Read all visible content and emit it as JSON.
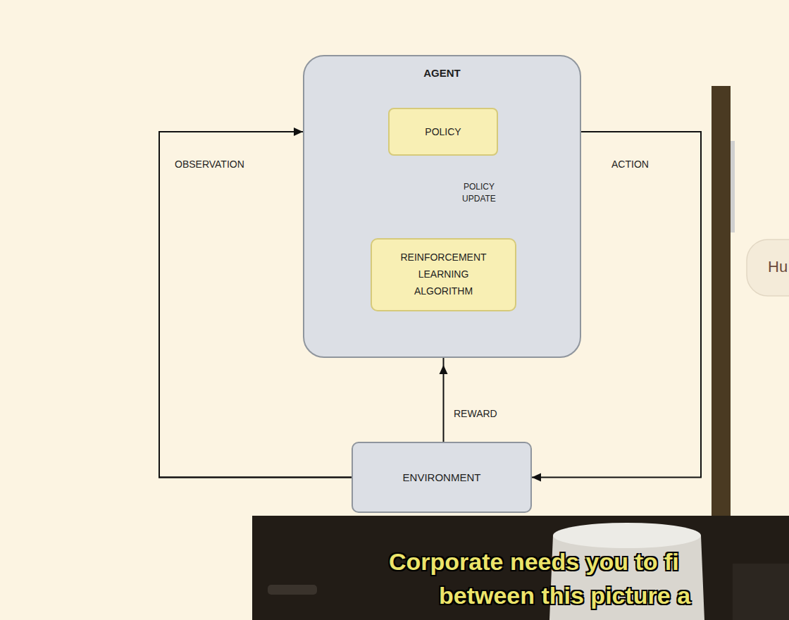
{
  "diagram": {
    "nodes": [
      {
        "text": [
          "AGENT"
        ]
      },
      {
        "text": [
          "POLICY"
        ],
        "in": 0
      },
      {
        "text": [
          "REINFORCEMENT LEARNING ALGORITHM"
        ],
        "in": 0
      },
      {
        "text": [
          "ENVIRONMENT"
        ]
      }
    ],
    "edges": [
      {
        "from": 3,
        "to": 1,
        "arrow": "to",
        "label": "OBSERVATION"
      },
      {
        "from": 3,
        "to": 2,
        "arrow": "to"
      },
      {
        "from": 1,
        "to": 3,
        "arrow": "to",
        "label": "ACTION"
      },
      {
        "from": 1,
        "to": 2,
        "arrow": "to"
      },
      {
        "from": 2,
        "to": 1,
        "arrow": "to",
        "label": "POLICY UPDATE"
      },
      {
        "from": 3,
        "to": 2,
        "arrow": "to",
        "label": "REWARD"
      }
    ],
    "labels": [
      "Hu",
      "Corporate needs you to fi",
      "between this picture a"
    ]
  }
}
